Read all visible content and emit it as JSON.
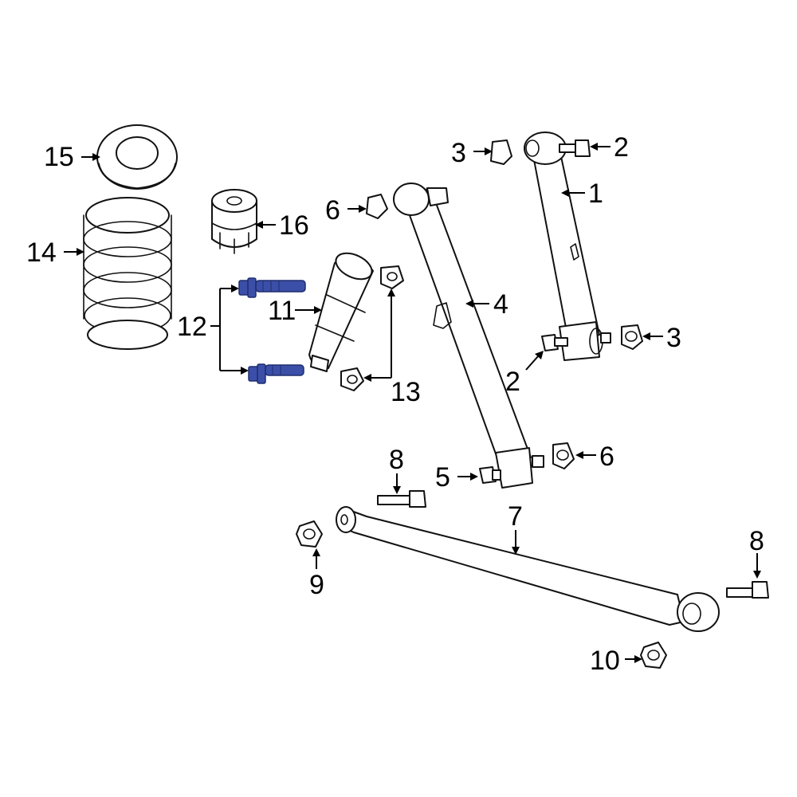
{
  "callouts": {
    "c1": "1",
    "c2a": "2",
    "c2b": "2",
    "c3a": "3",
    "c3b": "3",
    "c4": "4",
    "c5": "5",
    "c6a": "6",
    "c6b": "6",
    "c7": "7",
    "c8a": "8",
    "c8b": "8",
    "c9": "9",
    "c10": "10",
    "c11": "11",
    "c12": "12",
    "c13": "13",
    "c14": "14",
    "c15": "15",
    "c16": "16"
  },
  "colors": {
    "highlight": "#3b4fa8",
    "line": "#111111",
    "background": "#ffffff"
  }
}
